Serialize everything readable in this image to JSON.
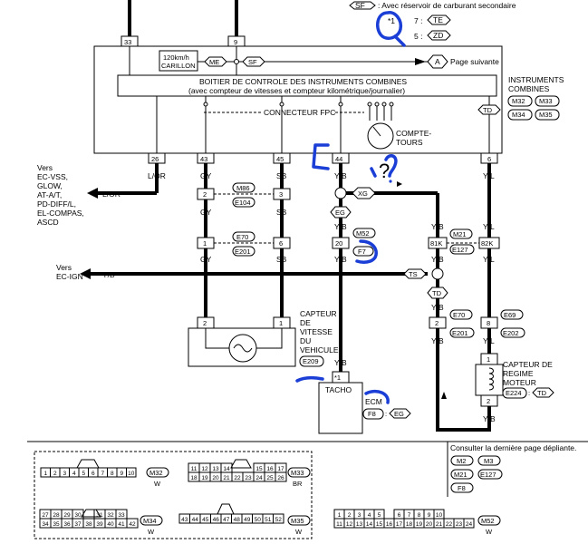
{
  "header": {
    "sf_tag": "SF",
    "sf_text": ": Avec réservoir de carburant secondaire",
    "star": "*1",
    "opt1_num": "7 :",
    "opt1_tag": "TE",
    "opt2_num": "5 :",
    "opt2_tag": "ZD"
  },
  "unit": {
    "pin_left": "33",
    "pin_mid": "9",
    "carillon_l1": "120km/h",
    "carillon_l2": "CARILLON",
    "me_tag": "ME",
    "sf_tag": "SF",
    "page_tag": "A",
    "page_text": "Page suivante",
    "title_l1": "BOITIER DE CONTROLE DES INSTRUMENTS COMBINES",
    "title_l2": "(avec compteur de vitesses et compteur kilométrique/journalier)",
    "fpc": "CONNECTEUR FPC",
    "tach_l1": "COMPTE-",
    "tach_l2": "TOURS",
    "td_tag": "TD",
    "name_l1": "INSTRUMENTS",
    "name_l2": "COMBINES",
    "conn_m32": "M32",
    "conn_m33": "M33",
    "conn_m34": "M34",
    "conn_m35": "M35",
    "pin26": "26",
    "pin43": "43",
    "pin45": "45",
    "pin44": "44",
    "pin6": "6"
  },
  "left": {
    "vers": "Vers",
    "list": [
      "EC-VSS,",
      "GLOW,",
      "AT-A/T,",
      "PD-DIFF/L,",
      "EL-COMPAS,",
      "ASCD"
    ],
    "wire": "L/OR",
    "ign_vers": "Vers",
    "ign_target": "EC-IGN",
    "ign_wire": "Y/B"
  },
  "wires": {
    "lor": "L/OR",
    "gy": "GY",
    "sb": "SB",
    "yb": "Y/B",
    "yl": "Y/L"
  },
  "conn": {
    "p2": "2",
    "p3": "3",
    "m86": "M86",
    "e104": "E104",
    "p1": "1",
    "p6": "6",
    "e70": "E70",
    "e201": "E201",
    "xg": "XG",
    "eg": "EG",
    "p20": "20",
    "m52": "M52",
    "f7": "F7",
    "p81k": "81K",
    "m21": "M21",
    "e127": "E127",
    "p82k": "82K",
    "ts": "TS",
    "td": "TD",
    "p2b": "2",
    "e70b": "E70",
    "e201b": "E201",
    "p8": "8",
    "e69": "E69",
    "e202": "E202"
  },
  "sensor": {
    "pin2": "2",
    "pin1": "1",
    "l1": "CAPTEUR",
    "l2": "DE",
    "l3": "VITESSE",
    "l4": "DU",
    "l5": "VEHICULE",
    "conn": "E209"
  },
  "ecm": {
    "star": "*1",
    "tacho": "TACHO",
    "name": "ECM",
    "conn": "F8",
    "tag": "EG"
  },
  "engine_sensor": {
    "pin1": "1",
    "pin2": "2",
    "l1": "CAPTEUR DE",
    "l2": "REGIME",
    "l3": "MOTEUR",
    "conn": "E224",
    "tag": "TD"
  },
  "footer": {
    "note": "Consulter la dernière page dépliante.",
    "c1": "M2",
    "c2": "M3",
    "c3": "M21",
    "c4": "E127",
    "c5": "F8",
    "m32_pins": [
      "1",
      "2",
      "3",
      "4",
      "5",
      "6",
      "7",
      "8",
      "9",
      "10"
    ],
    "m32": "M32",
    "m32_color": "W",
    "m33_top": [
      "11",
      "12",
      "13",
      "14",
      "",
      "",
      "15",
      "16",
      "17"
    ],
    "m33_bot": [
      "18",
      "19",
      "20",
      "21",
      "22",
      "23",
      "24",
      "25",
      "26"
    ],
    "m33": "M33",
    "m33_color": "BR",
    "m34_top": [
      "27",
      "28",
      "29",
      "30",
      "",
      "31",
      "32",
      "33"
    ],
    "m34_bot": [
      "34",
      "35",
      "36",
      "37",
      "38",
      "39",
      "40",
      "41",
      "42"
    ],
    "m34": "M34",
    "m34_color": "W",
    "m35_pins": [
      "43",
      "44",
      "45",
      "46",
      "47",
      "48",
      "49",
      "50",
      "51",
      "52"
    ],
    "m35": "M35",
    "m35_color": "W",
    "m52_top": [
      "1",
      "2",
      "3",
      "4",
      "5",
      "",
      "6",
      "7",
      "8",
      "9",
      "10"
    ],
    "m52_bot": [
      "11",
      "12",
      "13",
      "14",
      "15",
      "16",
      "17",
      "18",
      "19",
      "20",
      "21",
      "22",
      "23",
      "24"
    ],
    "m52": "M52",
    "m52_color": "W"
  },
  "handwriting": {
    "question": "?"
  }
}
